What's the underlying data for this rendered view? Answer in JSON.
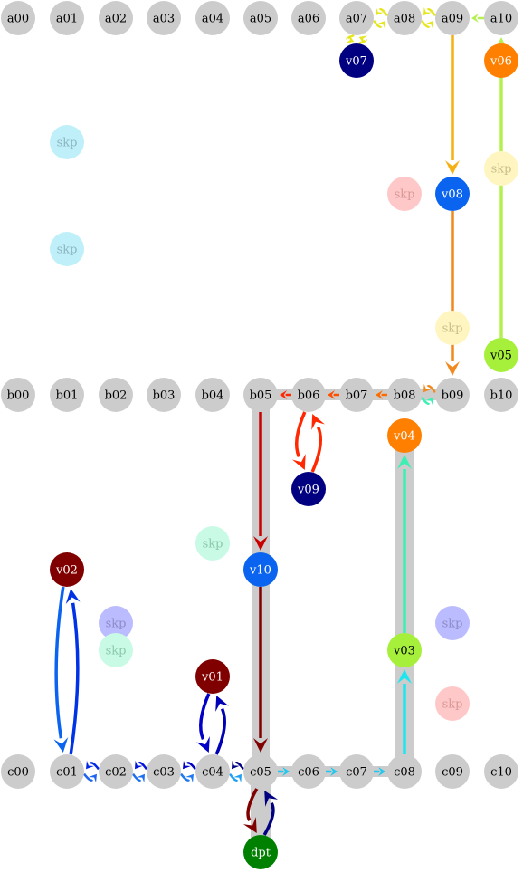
{
  "nodes": [
    {
      "id": "a00",
      "label": "a00",
      "fill": "#cccccc",
      "text_color": "#000000"
    },
    {
      "id": "a01",
      "label": "a01",
      "fill": "#cccccc",
      "text_color": "#000000"
    },
    {
      "id": "a02",
      "label": "a02",
      "fill": "#cccccc",
      "text_color": "#000000"
    },
    {
      "id": "a03",
      "label": "a03",
      "fill": "#cccccc",
      "text_color": "#000000"
    },
    {
      "id": "a04",
      "label": "a04",
      "fill": "#cccccc",
      "text_color": "#000000"
    },
    {
      "id": "a05",
      "label": "a05",
      "fill": "#cccccc",
      "text_color": "#000000"
    },
    {
      "id": "a06",
      "label": "a06",
      "fill": "#cccccc",
      "text_color": "#000000"
    },
    {
      "id": "a07",
      "label": "a07",
      "fill": "#cccccc",
      "text_color": "#000000"
    },
    {
      "id": "a08",
      "label": "a08",
      "fill": "#cccccc",
      "text_color": "#000000"
    },
    {
      "id": "a09",
      "label": "a09",
      "fill": "#cccccc",
      "text_color": "#000000"
    },
    {
      "id": "a10",
      "label": "a10",
      "fill": "#cccccc",
      "text_color": "#000000"
    },
    {
      "id": "b00",
      "label": "b00",
      "fill": "#cccccc",
      "text_color": "#000000"
    },
    {
      "id": "b01",
      "label": "b01",
      "fill": "#cccccc",
      "text_color": "#000000"
    },
    {
      "id": "b02",
      "label": "b02",
      "fill": "#cccccc",
      "text_color": "#000000"
    },
    {
      "id": "b03",
      "label": "b03",
      "fill": "#cccccc",
      "text_color": "#000000"
    },
    {
      "id": "b04",
      "label": "b04",
      "fill": "#cccccc",
      "text_color": "#000000"
    },
    {
      "id": "b05",
      "label": "b05",
      "fill": "#cccccc",
      "text_color": "#000000"
    },
    {
      "id": "b06",
      "label": "b06",
      "fill": "#cccccc",
      "text_color": "#000000"
    },
    {
      "id": "b07",
      "label": "b07",
      "fill": "#cccccc",
      "text_color": "#000000"
    },
    {
      "id": "b08",
      "label": "b08",
      "fill": "#cccccc",
      "text_color": "#000000"
    },
    {
      "id": "b09",
      "label": "b09",
      "fill": "#cccccc",
      "text_color": "#000000"
    },
    {
      "id": "b10",
      "label": "b10",
      "fill": "#cccccc",
      "text_color": "#000000"
    },
    {
      "id": "c00",
      "label": "c00",
      "fill": "#cccccc",
      "text_color": "#000000"
    },
    {
      "id": "c01",
      "label": "c01",
      "fill": "#cccccc",
      "text_color": "#000000"
    },
    {
      "id": "c02",
      "label": "c02",
      "fill": "#cccccc",
      "text_color": "#000000"
    },
    {
      "id": "c03",
      "label": "c03",
      "fill": "#cccccc",
      "text_color": "#000000"
    },
    {
      "id": "c04",
      "label": "c04",
      "fill": "#cccccc",
      "text_color": "#000000"
    },
    {
      "id": "c05",
      "label": "c05",
      "fill": "#cccccc",
      "text_color": "#000000"
    },
    {
      "id": "c06",
      "label": "c06",
      "fill": "#cccccc",
      "text_color": "#000000"
    },
    {
      "id": "c07",
      "label": "c07",
      "fill": "#cccccc",
      "text_color": "#000000"
    },
    {
      "id": "c08",
      "label": "c08",
      "fill": "#cccccc",
      "text_color": "#000000"
    },
    {
      "id": "c09",
      "label": "c09",
      "fill": "#cccccc",
      "text_color": "#000000"
    },
    {
      "id": "c10",
      "label": "c10",
      "fill": "#cccccc",
      "text_color": "#000000"
    },
    {
      "id": "v01",
      "label": "v01",
      "fill": "#800000",
      "text_color": "#ffffff"
    },
    {
      "id": "v02",
      "label": "v02",
      "fill": "#800000",
      "text_color": "#ffffff"
    },
    {
      "id": "v03",
      "label": "v03",
      "fill": "#a6f03c",
      "text_color": "#000000"
    },
    {
      "id": "v04",
      "label": "v04",
      "fill": "#ff7f00",
      "text_color": "#ffffff"
    },
    {
      "id": "v05",
      "label": "v05",
      "fill": "#a6f03c",
      "text_color": "#000000"
    },
    {
      "id": "v06",
      "label": "v06",
      "fill": "#ff7f00",
      "text_color": "#ffffff"
    },
    {
      "id": "v07",
      "label": "v07",
      "fill": "#000080",
      "text_color": "#ffffff"
    },
    {
      "id": "v08",
      "label": "v08",
      "fill": "#0a64f0",
      "text_color": "#ffffff"
    },
    {
      "id": "v09",
      "label": "v09",
      "fill": "#000080",
      "text_color": "#ffffff"
    },
    {
      "id": "v10",
      "label": "v10",
      "fill": "#0a64f0",
      "text_color": "#ffffff"
    },
    {
      "id": "dpt",
      "label": "dpt",
      "fill": "#008000",
      "text_color": "#ffffff"
    },
    {
      "id": "skp1",
      "label": "skp",
      "fill": "#bff0fa",
      "text_color": "#8cb4be"
    },
    {
      "id": "skp2",
      "label": "skp",
      "fill": "#bff0fa",
      "text_color": "#8cb4be"
    },
    {
      "id": "skp3",
      "label": "skp",
      "fill": "#ffc8c8",
      "text_color": "#d79696"
    },
    {
      "id": "skp4",
      "label": "skp",
      "fill": "#fff5c0",
      "text_color": "#c8be8c"
    },
    {
      "id": "skp5",
      "label": "skp",
      "fill": "#fff5c0",
      "text_color": "#c8be8c"
    },
    {
      "id": "skp6",
      "label": "skp",
      "fill": "#c8fae6",
      "text_color": "#8cc8aa"
    },
    {
      "id": "skp7",
      "label": "skp",
      "fill": "#bbbbff",
      "text_color": "#8c8cc8"
    },
    {
      "id": "skp8",
      "label": "skp",
      "fill": "#c8fae6",
      "text_color": "#8cc8aa"
    },
    {
      "id": "skp9",
      "label": "skp",
      "fill": "#bbbbff",
      "text_color": "#8c8cc8"
    },
    {
      "id": "skp10",
      "label": "skp",
      "fill": "#ffc8c8",
      "text_color": "#d79696"
    }
  ],
  "edges": [
    {
      "from": "a09",
      "to": "v08",
      "color": "#f5b014"
    },
    {
      "from": "v08",
      "to": "b09",
      "color": "#f08a1e"
    },
    {
      "from": "v05",
      "to": "a10",
      "color": "#b4f050"
    },
    {
      "from": "a10",
      "to": "a09",
      "color": "#b4f050"
    },
    {
      "from": "a09",
      "to": "a08",
      "color": "#e6e61e"
    },
    {
      "from": "a08",
      "to": "a09",
      "color": "#e6e61e"
    },
    {
      "from": "a08",
      "to": "a07",
      "color": "#e6e61e"
    },
    {
      "from": "a07",
      "to": "a08",
      "color": "#e6e61e"
    },
    {
      "from": "a07",
      "to": "v07",
      "color": "#e6e61e"
    },
    {
      "from": "v07",
      "to": "a07",
      "color": "#e6e61e"
    },
    {
      "from": "b09",
      "to": "b08",
      "color": "#f08a1e"
    },
    {
      "from": "b08",
      "to": "b09",
      "color": "#3cf0b4"
    },
    {
      "from": "b08",
      "to": "b07",
      "color": "#ff6a00"
    },
    {
      "from": "b07",
      "to": "b06",
      "color": "#ff5000"
    },
    {
      "from": "b06",
      "to": "b05",
      "color": "#ff2800"
    },
    {
      "from": "b06",
      "to": "v09",
      "color": "#ff2800"
    },
    {
      "from": "v09",
      "to": "b06",
      "color": "#ff2800"
    },
    {
      "from": "b05",
      "to": "v10",
      "color": "#c80000"
    },
    {
      "from": "v10",
      "to": "c05",
      "color": "#800000"
    },
    {
      "from": "c05",
      "to": "dpt",
      "color": "#800000"
    },
    {
      "from": "dpt",
      "to": "c05",
      "color": "#000080"
    },
    {
      "from": "c05",
      "to": "c06",
      "color": "#1ec8f0"
    },
    {
      "from": "c06",
      "to": "c07",
      "color": "#1ec8f0"
    },
    {
      "from": "c07",
      "to": "c08",
      "color": "#1ec8f0"
    },
    {
      "from": "c08",
      "to": "v03",
      "color": "#1ee6f0"
    },
    {
      "from": "v03",
      "to": "v04",
      "color": "#3cf0b4"
    },
    {
      "from": "c05",
      "to": "c04",
      "color": "#000080"
    },
    {
      "from": "c04",
      "to": "c05",
      "color": "#1ea0f0"
    },
    {
      "from": "c04",
      "to": "c03",
      "color": "#0000c8"
    },
    {
      "from": "c03",
      "to": "c04",
      "color": "#1e78f0"
    },
    {
      "from": "c03",
      "to": "c02",
      "color": "#0014dc"
    },
    {
      "from": "c02",
      "to": "c03",
      "color": "#1e6ef0"
    },
    {
      "from": "c02",
      "to": "c01",
      "color": "#0028e6"
    },
    {
      "from": "c01",
      "to": "c02",
      "color": "#1e64f0"
    },
    {
      "from": "c01",
      "to": "v02",
      "color": "#0032e6"
    },
    {
      "from": "v02",
      "to": "c01",
      "color": "#0a64f0"
    },
    {
      "from": "c04",
      "to": "v01",
      "color": "#0000b4"
    },
    {
      "from": "v01",
      "to": "c04",
      "color": "#0000c8"
    }
  ]
}
